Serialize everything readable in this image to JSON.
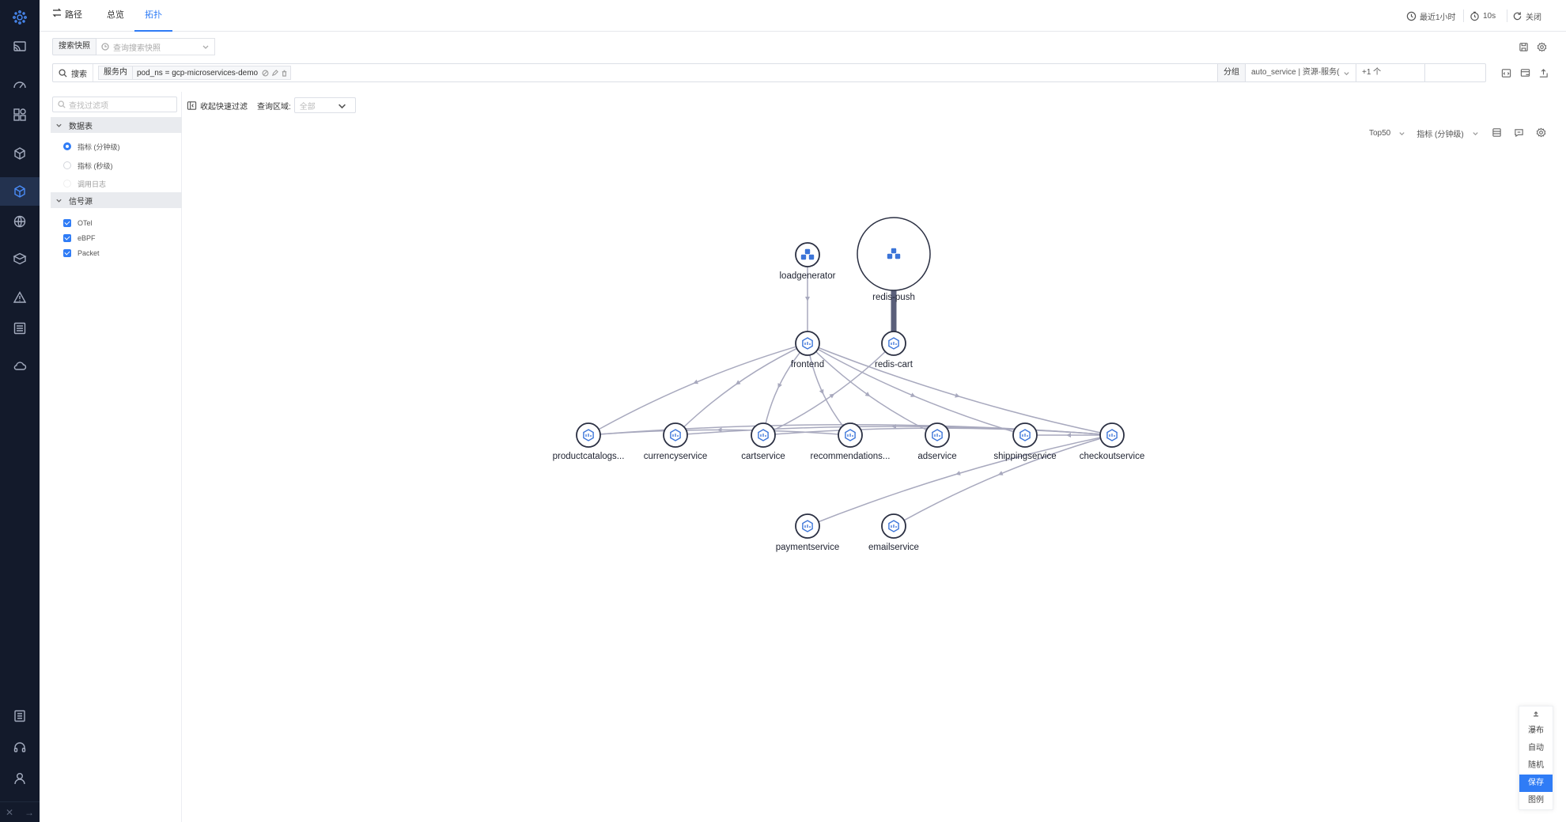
{
  "nav": {
    "items": [
      {
        "name": "logo-icon",
        "active": false
      },
      {
        "name": "cast-icon",
        "active": false
      },
      {
        "name": "dashboard-gauge-icon",
        "active": false
      },
      {
        "name": "app-grid-icon",
        "active": false
      },
      {
        "name": "cube-icon",
        "active": false
      },
      {
        "name": "service-map-icon",
        "active": true
      },
      {
        "name": "globe-icon",
        "active": false
      },
      {
        "name": "package-icon",
        "active": false
      },
      {
        "name": "alert-icon",
        "active": false
      },
      {
        "name": "list-icon",
        "active": false
      },
      {
        "name": "cloud-icon",
        "active": false
      },
      {
        "name": "document-icon",
        "active": false
      },
      {
        "name": "headset-icon",
        "active": false
      },
      {
        "name": "user-icon",
        "active": false
      }
    ]
  },
  "tabs": [
    {
      "label": "路径",
      "active": false
    },
    {
      "label": "总览",
      "active": false
    },
    {
      "label": "拓扑",
      "active": true
    }
  ],
  "top_right": {
    "time_range": "最近1小时",
    "refresh_interval": "10s",
    "auto_refresh": "关闭"
  },
  "snapshot": {
    "label": "搜索快照",
    "placeholder": "查询搜索快照"
  },
  "search": {
    "label": "搜索",
    "filter_scope": "服务内",
    "filter_expr": "pod_ns = gcp-microservices-demo",
    "groupby_label": "分组",
    "groupby_value": "auto_service | 资源-服务(",
    "groupby_more": "+1 个"
  },
  "filter_panel": {
    "search_placeholder": "查找过滤项",
    "section_table": "数据表",
    "table_options": [
      {
        "label": "指标 (分钟级)",
        "selected": true
      },
      {
        "label": "指标 (秒级)",
        "selected": false
      },
      {
        "label": "调用日志",
        "selected": false
      }
    ],
    "section_signal": "信号源",
    "signal_options": [
      {
        "label": "OTel",
        "checked": true
      },
      {
        "label": "eBPF",
        "checked": true
      },
      {
        "label": "Packet",
        "checked": true
      }
    ]
  },
  "canvas_toolbar": {
    "collapse_label": "收起快速过滤",
    "query_area_label": "查询区域:",
    "query_area_value": "全部"
  },
  "graph_controls": {
    "top_n": "Top50",
    "metric": "指标 (分钟级)"
  },
  "graph": {
    "nodes": [
      {
        "id": "loadgenerator",
        "label": "loadgenerator"
      },
      {
        "id": "redis-push",
        "label": "redis-push"
      },
      {
        "id": "frontend",
        "label": "frontend"
      },
      {
        "id": "redis-cart",
        "label": "redis-cart"
      },
      {
        "id": "productcatalog",
        "label": "productcatalogs..."
      },
      {
        "id": "currency",
        "label": "currencyservice"
      },
      {
        "id": "cart",
        "label": "cartservice"
      },
      {
        "id": "recommendations",
        "label": "recommendations..."
      },
      {
        "id": "ad",
        "label": "adservice"
      },
      {
        "id": "shipping",
        "label": "shippingservice"
      },
      {
        "id": "checkout",
        "label": "checkoutservice"
      },
      {
        "id": "payment",
        "label": "paymentservice"
      },
      {
        "id": "email",
        "label": "emailservice"
      }
    ],
    "edges": [
      [
        "loadgenerator",
        "frontend"
      ],
      [
        "redis-cart",
        "redis-push"
      ],
      [
        "frontend",
        "productcatalog"
      ],
      [
        "frontend",
        "currency"
      ],
      [
        "frontend",
        "cart"
      ],
      [
        "frontend",
        "recommendations"
      ],
      [
        "frontend",
        "ad"
      ],
      [
        "frontend",
        "shipping"
      ],
      [
        "frontend",
        "checkout"
      ],
      [
        "cart",
        "redis-cart"
      ],
      [
        "recommendations",
        "productcatalog"
      ],
      [
        "checkout",
        "currency"
      ],
      [
        "checkout",
        "cart"
      ],
      [
        "checkout",
        "shipping"
      ],
      [
        "checkout",
        "productcatalog"
      ],
      [
        "checkout",
        "payment"
      ],
      [
        "checkout",
        "email"
      ]
    ]
  },
  "float_menu": {
    "items": [
      {
        "label": "瀑布",
        "active": false
      },
      {
        "label": "自动",
        "active": false
      },
      {
        "label": "随机",
        "active": false
      },
      {
        "label": "保存",
        "active": true
      },
      {
        "label": "图例",
        "active": false
      }
    ]
  },
  "colors": {
    "accent": "#2f7cf6",
    "nav_bg": "#131a2b",
    "node_icon": "#3b74d8",
    "edge": "#a8a9be",
    "edge_thick": "#5a5f7a"
  }
}
